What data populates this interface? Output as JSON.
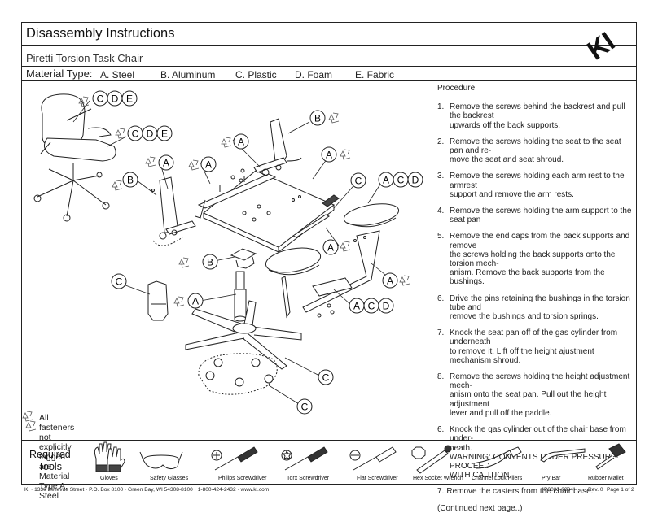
{
  "header": {
    "title": "Disassembly Instructions",
    "subtitle": "Piretti Torsion Task Chair",
    "material_label": "Material Type:",
    "materials": [
      "A. Steel",
      "B. Aluminum",
      "C. Plastic",
      "D. Foam",
      "E. Fabric"
    ],
    "logo": "KI"
  },
  "procedure": {
    "heading": "Procedure:",
    "steps": [
      {
        "num": "1.",
        "text": "Remove the screws behind the backrest and pull the backrest\nupwards off the back supports."
      },
      {
        "num": "2.",
        "text": "Remove the screws holding the seat to the seat pan and re-\nmove the seat and seat shroud."
      },
      {
        "num": "3.",
        "text": "Remove the screws holding each arm rest to the armrest\nsupport and remove the arm rests."
      },
      {
        "num": "4.",
        "text": "Remove the screws holding the arm support to the seat pan"
      },
      {
        "num": "5.",
        "text": "Remove the end caps from the back supports and remove\nthe screws holding the back supports onto the torsion mech-\nanism. Remove the back supports from the bushings."
      },
      {
        "num": "6.",
        "text": "Drive the pins retaining the bushings in the torsion tube and\nremove the bushings and torsion springs."
      },
      {
        "num": "7.",
        "text": "Knock the seat pan off of the gas cylinder from underneath\nto remove it. Lift off the height ajustment mechanism shroud."
      },
      {
        "num": "8.",
        "text": "Remove the screws holding the height adjustment mech-\nanism onto the seat pan. Pull out the height adjustment\nlever and pull off the paddle."
      },
      {
        "num": "6.",
        "text": "Knock the gas cylinder out of the chair base from under-\nneath.\nWARNING: CONTENTS UNDER PRESSURE! PROCEED\nWITH CAUTION."
      },
      {
        "num": "7.",
        "text": "Remove the casters from the chair base."
      }
    ],
    "continued": "(Continued next page..)"
  },
  "fastener_note": "All fasteners not explicitly tagged\nare Material Type A: Steel",
  "tools": {
    "heading": "Required\nTools",
    "items": [
      {
        "label": "Gloves",
        "icon": "gloves-icon"
      },
      {
        "label": "Safety Glasses",
        "icon": "safety-glasses-icon"
      },
      {
        "label": "Philips Screwdriver",
        "icon": "phillips-screwdriver-icon"
      },
      {
        "label": "Torx Screwdriver",
        "icon": "torx-screwdriver-icon"
      },
      {
        "label": "Flat Screwdriver",
        "icon": "flat-screwdriver-icon"
      },
      {
        "label": "Hex Socket Wrench",
        "icon": "hex-socket-wrench-icon"
      },
      {
        "label": "Channel Lock Pliers",
        "icon": "channel-lock-pliers-icon"
      },
      {
        "label": "Pry Bar",
        "icon": "pry-bar-icon"
      },
      {
        "label": "Rubber Mallet",
        "icon": "rubber-mallet-icon"
      }
    ]
  },
  "footer": {
    "address": "KI · 1330 Bellevue Street · P.O. Box 8100 · Green Bay, WI 54308-8100 · 1-800-424-2432 · www.ki.com",
    "doc_number": "P0033-0034",
    "revision": "Rev. 0",
    "page": "Page 1 of 2"
  },
  "callouts": {
    "cde": [
      "C",
      "D",
      "E"
    ],
    "a": "A",
    "b": "B",
    "c": "C",
    "acd": [
      "A",
      "C",
      "D"
    ]
  }
}
